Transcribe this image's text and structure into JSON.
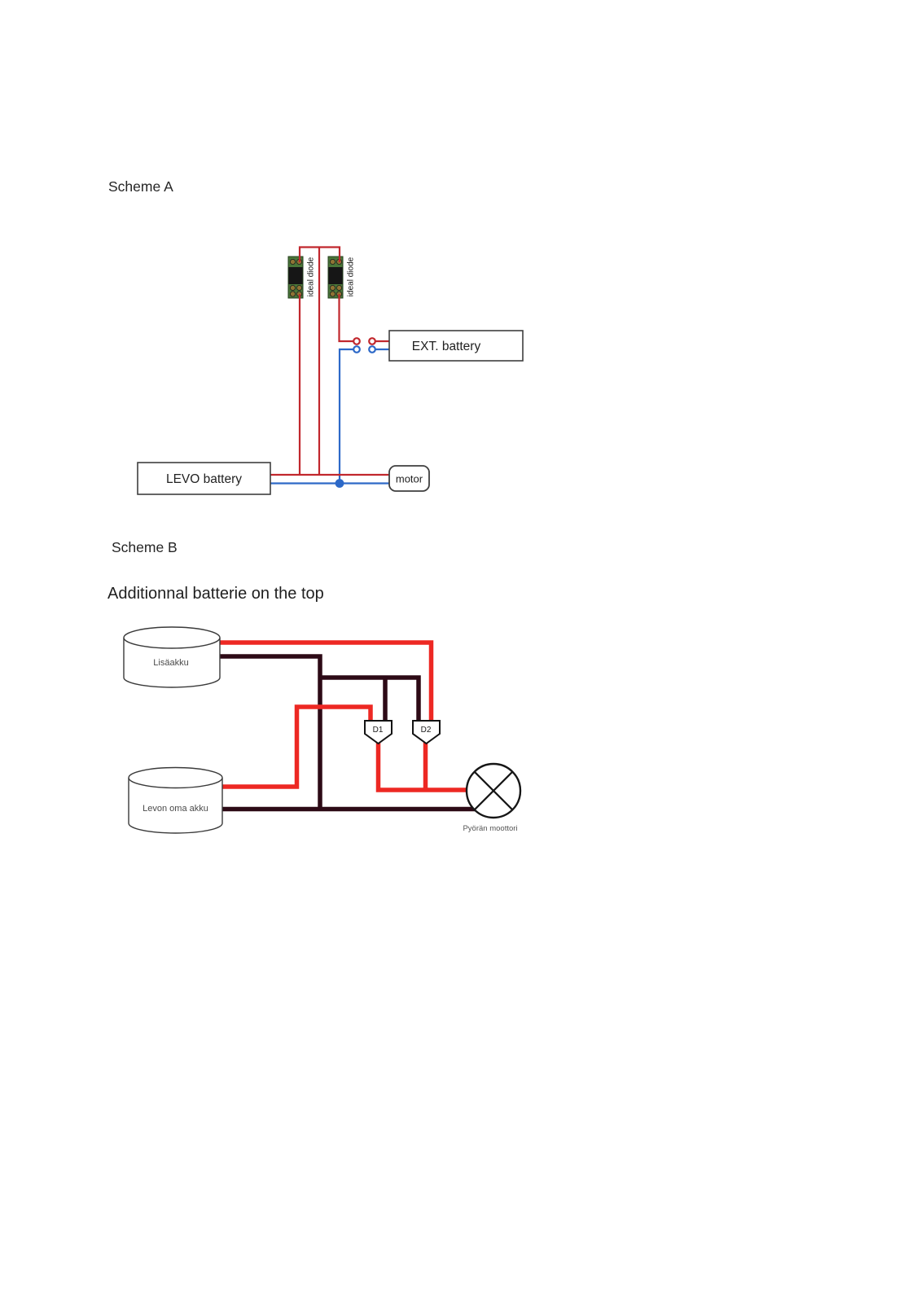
{
  "scheme_a": {
    "title": "Scheme A",
    "labels": {
      "diode_left": "ideal diode",
      "diode_right": "ideal diode",
      "ext_battery": "EXT. battery",
      "levo_battery": "LEVO battery",
      "motor": "motor"
    }
  },
  "scheme_b": {
    "title": "Scheme B",
    "subtitle": "Additionnal batterie on the top",
    "labels": {
      "top_battery": "Lisäakku",
      "bottom_battery": "Levon oma akku",
      "diode_1": "D1",
      "diode_2": "D2",
      "motor": "Pyörän moottori"
    }
  },
  "colors": {
    "scheme_a_red": "#c1272d",
    "scheme_a_blue": "#2d69c8",
    "scheme_b_red": "#ed2823",
    "scheme_b_dark": "#2d0a16",
    "pcb_green": "#4a7638",
    "diode_body": "#161616",
    "screw_gold": "#8f7434"
  }
}
